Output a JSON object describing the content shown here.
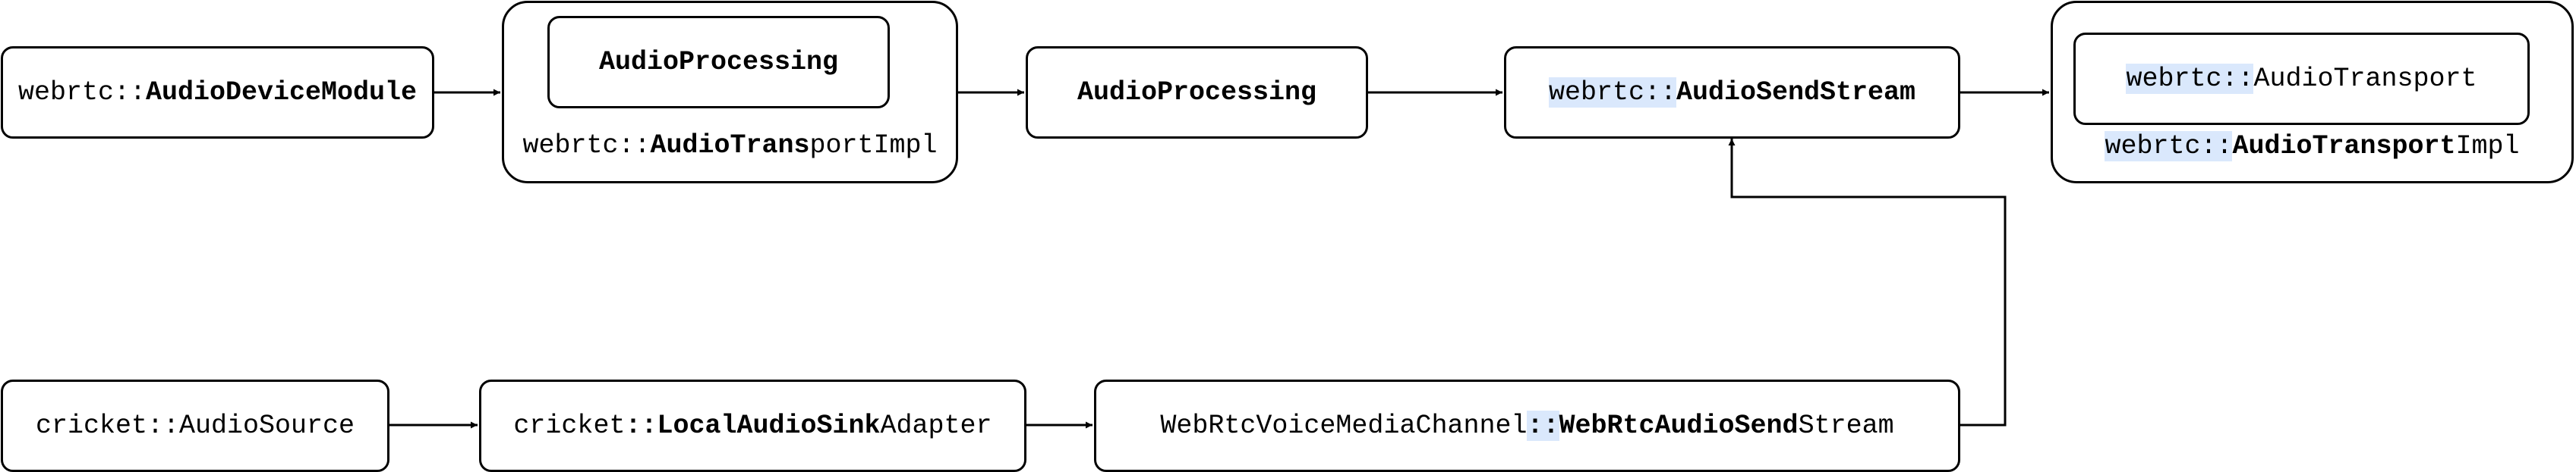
{
  "nodes": {
    "adm": {
      "parts": [
        [
          "webrtc::",
          "n"
        ],
        [
          "AudioDeviceModule",
          "b"
        ]
      ]
    },
    "ati_left_inner": {
      "parts": [
        [
          "AudioProcessing",
          "b"
        ]
      ]
    },
    "ati_left": {
      "parts": [
        [
          "webrtc::",
          "n"
        ],
        [
          "AudioTrans",
          "b"
        ],
        [
          "portImpl",
          "n"
        ]
      ]
    },
    "ap": {
      "parts": [
        [
          "AudioProcessing",
          "b"
        ]
      ]
    },
    "ass": {
      "parts": [
        [
          "webrtc::",
          "nh"
        ],
        [
          "AudioSendStream",
          "b"
        ]
      ]
    },
    "ati_right_inner": {
      "parts": [
        [
          "webrtc::",
          "nh"
        ],
        [
          "AudioTransport",
          "n"
        ]
      ]
    },
    "ati_right": {
      "parts": [
        [
          "webrtc::",
          "nh"
        ],
        [
          "AudioTransport",
          "b"
        ],
        [
          "Impl",
          "n"
        ]
      ]
    },
    "src": {
      "parts": [
        [
          "cricket::AudioSource",
          "n"
        ]
      ]
    },
    "lasa": {
      "parts": [
        [
          "cricket",
          "n"
        ],
        [
          "::",
          "b"
        ],
        [
          "LocalAudioSink",
          "b"
        ],
        [
          "Adapter",
          "n"
        ]
      ]
    },
    "wvmc": {
      "parts": [
        [
          "WebRtcVoiceMediaChannel",
          "n"
        ],
        [
          "::",
          "bh"
        ],
        [
          "WebRtcAudioSend",
          "b"
        ],
        [
          "Stream",
          "n"
        ]
      ]
    }
  },
  "colors": {
    "stroke": "#000000",
    "highlight": "#dae8fc",
    "background": "#ffffff"
  }
}
